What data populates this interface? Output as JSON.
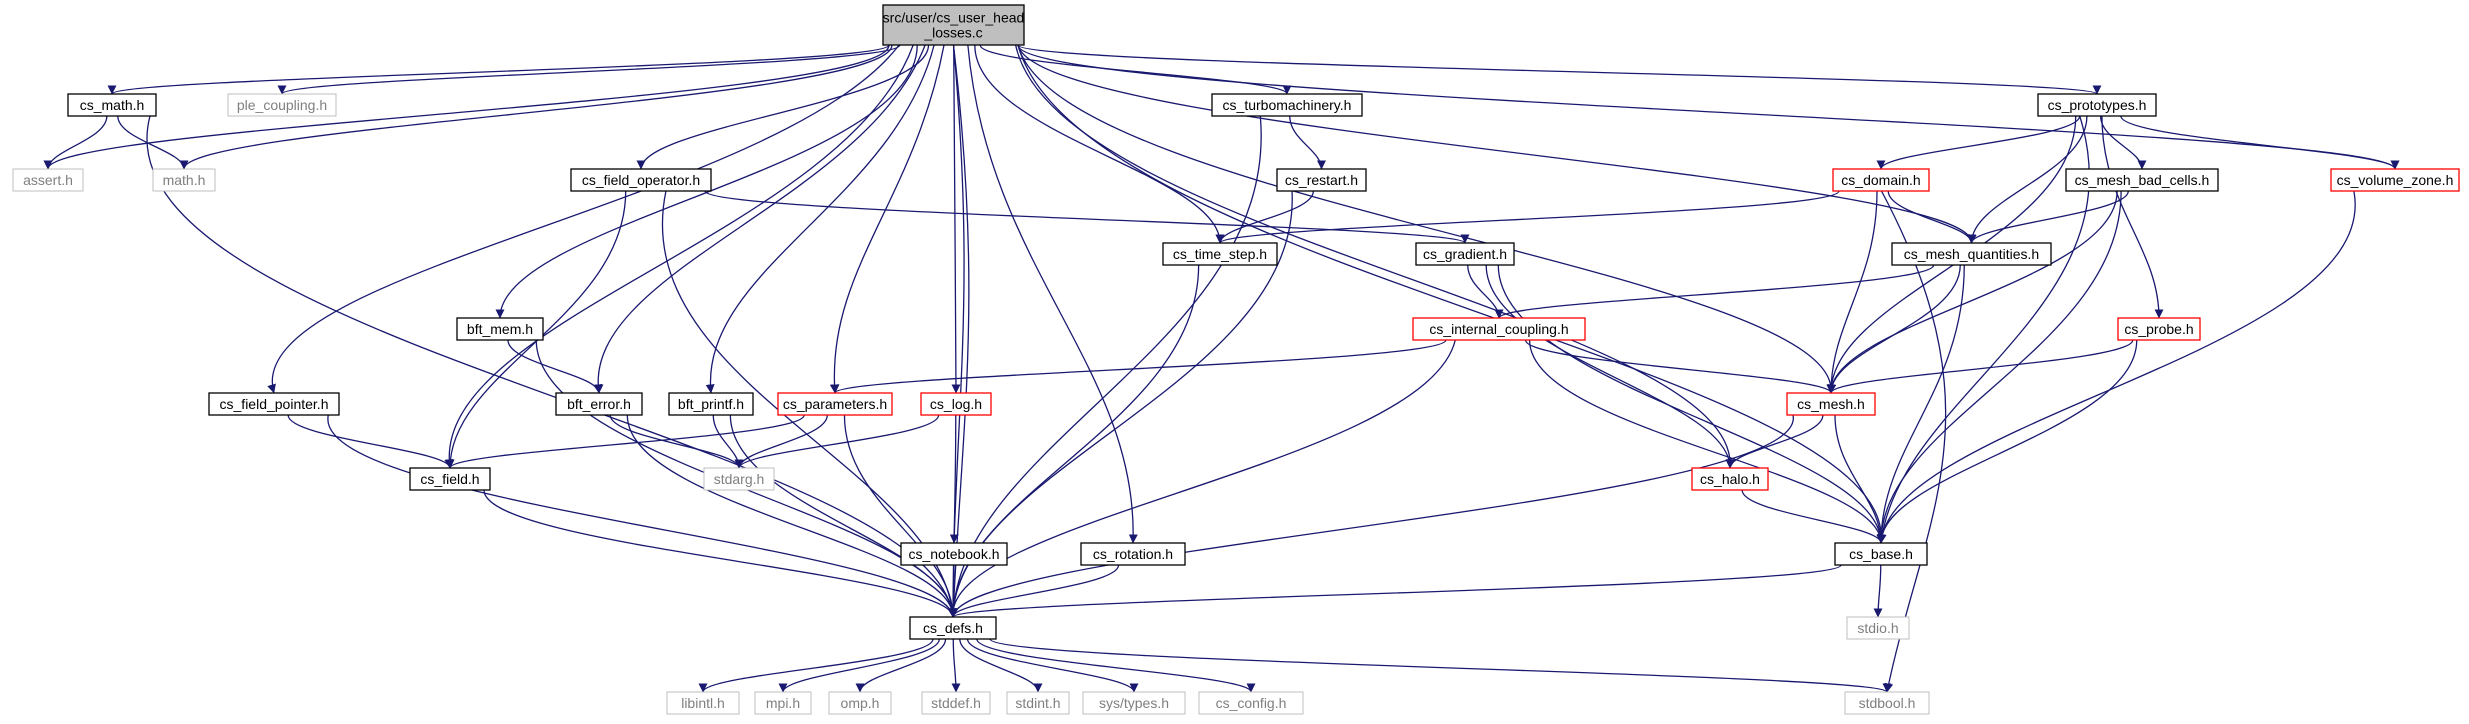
{
  "graph": {
    "root": "root",
    "nodes": [
      {
        "id": "root",
        "lines": [
          "src/user/cs_user_head",
          "_losses.c"
        ],
        "style": "root"
      },
      {
        "id": "cs_math",
        "lines": [
          "cs_math.h"
        ],
        "style": "normal"
      },
      {
        "id": "ple_coupling",
        "lines": [
          "ple_coupling.h"
        ],
        "style": "gray"
      },
      {
        "id": "assert",
        "lines": [
          "assert.h"
        ],
        "style": "gray"
      },
      {
        "id": "math",
        "lines": [
          "math.h"
        ],
        "style": "gray"
      },
      {
        "id": "cs_field_operator",
        "lines": [
          "cs_field_operator.h"
        ],
        "style": "normal"
      },
      {
        "id": "cs_turbomachinery",
        "lines": [
          "cs_turbomachinery.h"
        ],
        "style": "normal"
      },
      {
        "id": "cs_restart",
        "lines": [
          "cs_restart.h"
        ],
        "style": "normal"
      },
      {
        "id": "cs_time_step",
        "lines": [
          "cs_time_step.h"
        ],
        "style": "normal"
      },
      {
        "id": "cs_gradient",
        "lines": [
          "cs_gradient.h"
        ],
        "style": "normal"
      },
      {
        "id": "cs_prototypes",
        "lines": [
          "cs_prototypes.h"
        ],
        "style": "normal"
      },
      {
        "id": "cs_domain",
        "lines": [
          "cs_domain.h"
        ],
        "style": "red"
      },
      {
        "id": "cs_mesh_bad_cells",
        "lines": [
          "cs_mesh_bad_cells.h"
        ],
        "style": "normal"
      },
      {
        "id": "cs_mesh_quantities",
        "lines": [
          "cs_mesh_quantities.h"
        ],
        "style": "normal"
      },
      {
        "id": "cs_volume_zone",
        "lines": [
          "cs_volume_zone.h"
        ],
        "style": "red"
      },
      {
        "id": "bft_mem",
        "lines": [
          "bft_mem.h"
        ],
        "style": "normal"
      },
      {
        "id": "cs_internal_coupling",
        "lines": [
          "cs_internal_coupling.h"
        ],
        "style": "red"
      },
      {
        "id": "cs_probe",
        "lines": [
          "cs_probe.h"
        ],
        "style": "red"
      },
      {
        "id": "cs_field_pointer",
        "lines": [
          "cs_field_pointer.h"
        ],
        "style": "normal"
      },
      {
        "id": "bft_error",
        "lines": [
          "bft_error.h"
        ],
        "style": "normal"
      },
      {
        "id": "bft_printf",
        "lines": [
          "bft_printf.h"
        ],
        "style": "normal"
      },
      {
        "id": "cs_parameters",
        "lines": [
          "cs_parameters.h"
        ],
        "style": "red"
      },
      {
        "id": "cs_log",
        "lines": [
          "cs_log.h"
        ],
        "style": "red"
      },
      {
        "id": "cs_mesh",
        "lines": [
          "cs_mesh.h"
        ],
        "style": "red"
      },
      {
        "id": "cs_field",
        "lines": [
          "cs_field.h"
        ],
        "style": "normal"
      },
      {
        "id": "stdarg",
        "lines": [
          "stdarg.h"
        ],
        "style": "gray"
      },
      {
        "id": "cs_halo",
        "lines": [
          "cs_halo.h"
        ],
        "style": "red"
      },
      {
        "id": "cs_notebook",
        "lines": [
          "cs_notebook.h"
        ],
        "style": "normal"
      },
      {
        "id": "cs_rotation",
        "lines": [
          "cs_rotation.h"
        ],
        "style": "normal"
      },
      {
        "id": "cs_base",
        "lines": [
          "cs_base.h"
        ],
        "style": "normal"
      },
      {
        "id": "cs_defs",
        "lines": [
          "cs_defs.h"
        ],
        "style": "normal"
      },
      {
        "id": "stdio",
        "lines": [
          "stdio.h"
        ],
        "style": "gray"
      },
      {
        "id": "libintl",
        "lines": [
          "libintl.h"
        ],
        "style": "gray"
      },
      {
        "id": "mpi",
        "lines": [
          "mpi.h"
        ],
        "style": "gray"
      },
      {
        "id": "omp",
        "lines": [
          "omp.h"
        ],
        "style": "gray"
      },
      {
        "id": "stddef",
        "lines": [
          "stddef.h"
        ],
        "style": "gray"
      },
      {
        "id": "stdint",
        "lines": [
          "stdint.h"
        ],
        "style": "gray"
      },
      {
        "id": "sys_types",
        "lines": [
          "sys/types.h"
        ],
        "style": "gray"
      },
      {
        "id": "cs_config",
        "lines": [
          "cs_config.h"
        ],
        "style": "gray"
      },
      {
        "id": "stdbool",
        "lines": [
          "stdbool.h"
        ],
        "style": "gray"
      }
    ],
    "edges": [
      [
        "root",
        "cs_math"
      ],
      [
        "root",
        "ple_coupling"
      ],
      [
        "root",
        "assert"
      ],
      [
        "root",
        "math"
      ],
      [
        "root",
        "cs_field_operator"
      ],
      [
        "root",
        "cs_turbomachinery"
      ],
      [
        "root",
        "cs_time_step"
      ],
      [
        "root",
        "cs_prototypes"
      ],
      [
        "root",
        "cs_mesh_quantities"
      ],
      [
        "root",
        "cs_volume_zone"
      ],
      [
        "root",
        "bft_mem"
      ],
      [
        "root",
        "cs_field_pointer"
      ],
      [
        "root",
        "bft_error"
      ],
      [
        "root",
        "bft_printf"
      ],
      [
        "root",
        "cs_parameters"
      ],
      [
        "root",
        "cs_log"
      ],
      [
        "root",
        "cs_mesh"
      ],
      [
        "root",
        "cs_field"
      ],
      [
        "root",
        "cs_halo"
      ],
      [
        "root",
        "cs_notebook"
      ],
      [
        "root",
        "cs_rotation"
      ],
      [
        "root",
        "cs_base"
      ],
      [
        "root",
        "cs_defs"
      ],
      [
        "cs_math",
        "assert"
      ],
      [
        "cs_math",
        "math"
      ],
      [
        "cs_math",
        "cs_defs"
      ],
      [
        "cs_field_operator",
        "cs_field"
      ],
      [
        "cs_field_operator",
        "cs_gradient"
      ],
      [
        "cs_field_operator",
        "cs_defs"
      ],
      [
        "cs_turbomachinery",
        "cs_restart"
      ],
      [
        "cs_turbomachinery",
        "cs_defs"
      ],
      [
        "cs_restart",
        "cs_time_step"
      ],
      [
        "cs_restart",
        "cs_defs"
      ],
      [
        "cs_time_step",
        "cs_defs"
      ],
      [
        "cs_gradient",
        "cs_internal_coupling"
      ],
      [
        "cs_gradient",
        "cs_halo"
      ],
      [
        "cs_gradient",
        "cs_base"
      ],
      [
        "cs_prototypes",
        "cs_domain"
      ],
      [
        "cs_prototypes",
        "cs_mesh_bad_cells"
      ],
      [
        "cs_prototypes",
        "cs_mesh_quantities"
      ],
      [
        "cs_prototypes",
        "cs_volume_zone"
      ],
      [
        "cs_prototypes",
        "cs_probe"
      ],
      [
        "cs_prototypes",
        "cs_mesh"
      ],
      [
        "cs_prototypes",
        "cs_base"
      ],
      [
        "cs_domain",
        "cs_time_step"
      ],
      [
        "cs_domain",
        "cs_mesh_quantities"
      ],
      [
        "cs_domain",
        "cs_mesh"
      ],
      [
        "cs_domain",
        "stdbool"
      ],
      [
        "cs_mesh_bad_cells",
        "cs_mesh_quantities"
      ],
      [
        "cs_mesh_bad_cells",
        "cs_mesh"
      ],
      [
        "cs_mesh_bad_cells",
        "cs_base"
      ],
      [
        "cs_mesh_quantities",
        "cs_internal_coupling"
      ],
      [
        "cs_mesh_quantities",
        "cs_mesh"
      ],
      [
        "cs_mesh_quantities",
        "cs_base"
      ],
      [
        "cs_volume_zone",
        "cs_base"
      ],
      [
        "bft_mem",
        "bft_error"
      ],
      [
        "bft_mem",
        "cs_defs"
      ],
      [
        "cs_internal_coupling",
        "cs_parameters"
      ],
      [
        "cs_internal_coupling",
        "cs_mesh"
      ],
      [
        "cs_internal_coupling",
        "cs_base"
      ],
      [
        "cs_internal_coupling",
        "cs_defs"
      ],
      [
        "cs_probe",
        "cs_mesh"
      ],
      [
        "cs_probe",
        "cs_base"
      ],
      [
        "cs_field_pointer",
        "cs_field"
      ],
      [
        "cs_field_pointer",
        "cs_defs"
      ],
      [
        "bft_error",
        "stdarg"
      ],
      [
        "bft_error",
        "cs_defs"
      ],
      [
        "bft_printf",
        "stdarg"
      ],
      [
        "bft_printf",
        "cs_defs"
      ],
      [
        "cs_parameters",
        "cs_field"
      ],
      [
        "cs_parameters",
        "stdarg"
      ],
      [
        "cs_parameters",
        "cs_defs"
      ],
      [
        "cs_log",
        "stdarg"
      ],
      [
        "cs_log",
        "cs_defs"
      ],
      [
        "cs_mesh",
        "cs_halo"
      ],
      [
        "cs_mesh",
        "cs_base"
      ],
      [
        "cs_mesh",
        "cs_defs"
      ],
      [
        "cs_field",
        "cs_defs"
      ],
      [
        "cs_halo",
        "cs_base"
      ],
      [
        "cs_notebook",
        "cs_defs"
      ],
      [
        "cs_rotation",
        "cs_defs"
      ],
      [
        "cs_base",
        "cs_defs"
      ],
      [
        "cs_base",
        "stdio"
      ],
      [
        "cs_defs",
        "libintl"
      ],
      [
        "cs_defs",
        "mpi"
      ],
      [
        "cs_defs",
        "omp"
      ],
      [
        "cs_defs",
        "stddef"
      ],
      [
        "cs_defs",
        "stdint"
      ],
      [
        "cs_defs",
        "sys_types"
      ],
      [
        "cs_defs",
        "cs_config"
      ],
      [
        "cs_defs",
        "stdbool"
      ]
    ]
  },
  "colors": {
    "edge": "#191970",
    "normal_border": "#000000",
    "red_border": "#ff0000",
    "gray_border": "#bfbfbf",
    "root_fill": "#bfbfbf",
    "text": "#000000",
    "gray_text": "#7f7f7f"
  }
}
